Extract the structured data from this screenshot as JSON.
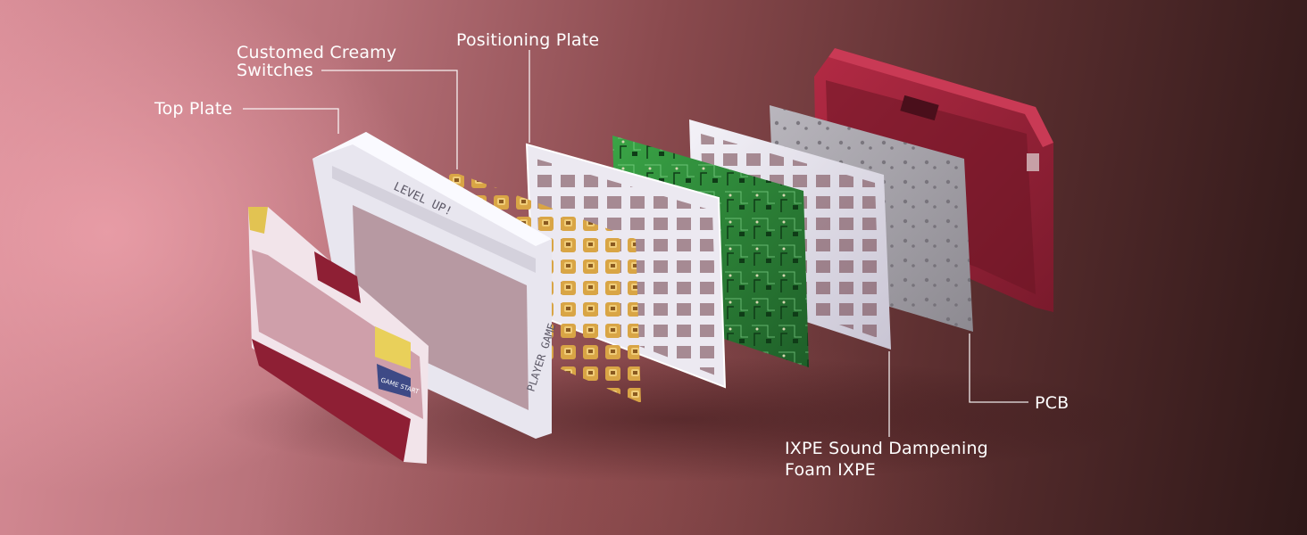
{
  "labels": {
    "switches_line1": "Customed Creamy",
    "switches_line2": "Switches",
    "positioning_plate": "Positioning Plate",
    "top_plate": "Top Plate",
    "pcb": "PCB",
    "foam_line1": "IXPE Sound Dampening",
    "foam_line2": "Foam IXPE"
  },
  "product_marks": {
    "top_plate_text": "LEVEL UP!",
    "case_side_text": "PLAYER GAME",
    "keycap_text": "GAME START"
  },
  "colors": {
    "background_light": "#d98e98",
    "background_dark": "#2e1818",
    "case_red": "#9e2339",
    "pcb_green": "#2f8a3a",
    "switch_gold": "#d9a545",
    "plate_white": "#eceaf2",
    "label_text": "#ffffff"
  }
}
